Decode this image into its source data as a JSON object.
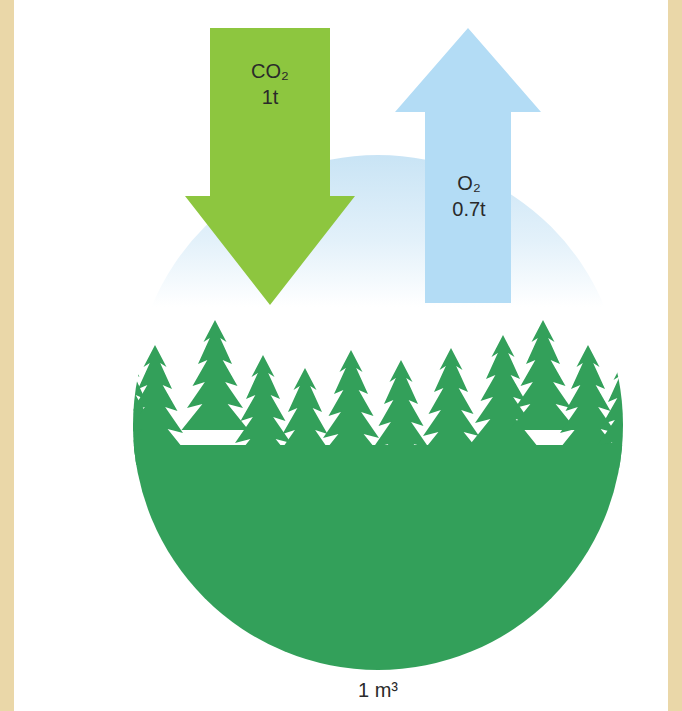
{
  "diagram": {
    "nodes": [
      {
        "text": [
          "CO₂",
          "1t"
        ]
      },
      {
        "text": [
          "O₂",
          "0.7t"
        ]
      },
      {
        "text": [
          "1 m³"
        ]
      }
    ]
  }
}
